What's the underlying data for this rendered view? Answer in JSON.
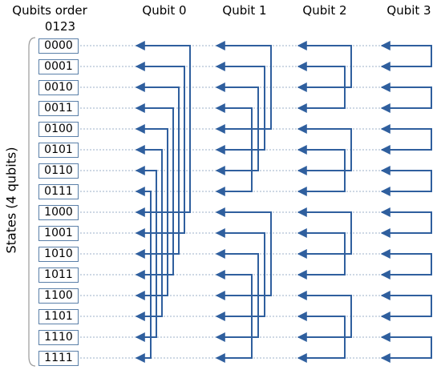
{
  "header": {
    "qubits_order_label": "Qubits order",
    "bit_positions_label": "0123",
    "columns": [
      "Qubit 0",
      "Qubit 1",
      "Qubit 2",
      "Qubit 3"
    ]
  },
  "y_axis_label": "States (4 qubits)",
  "states": [
    "0000",
    "0001",
    "0010",
    "0011",
    "0100",
    "0101",
    "0110",
    "0111",
    "1000",
    "1001",
    "1010",
    "1011",
    "1100",
    "1101",
    "1110",
    "1111"
  ],
  "colors": {
    "arrow": "#2f5f9e",
    "guide": "#7f97b6",
    "box_border": "#5a7fa8"
  }
}
